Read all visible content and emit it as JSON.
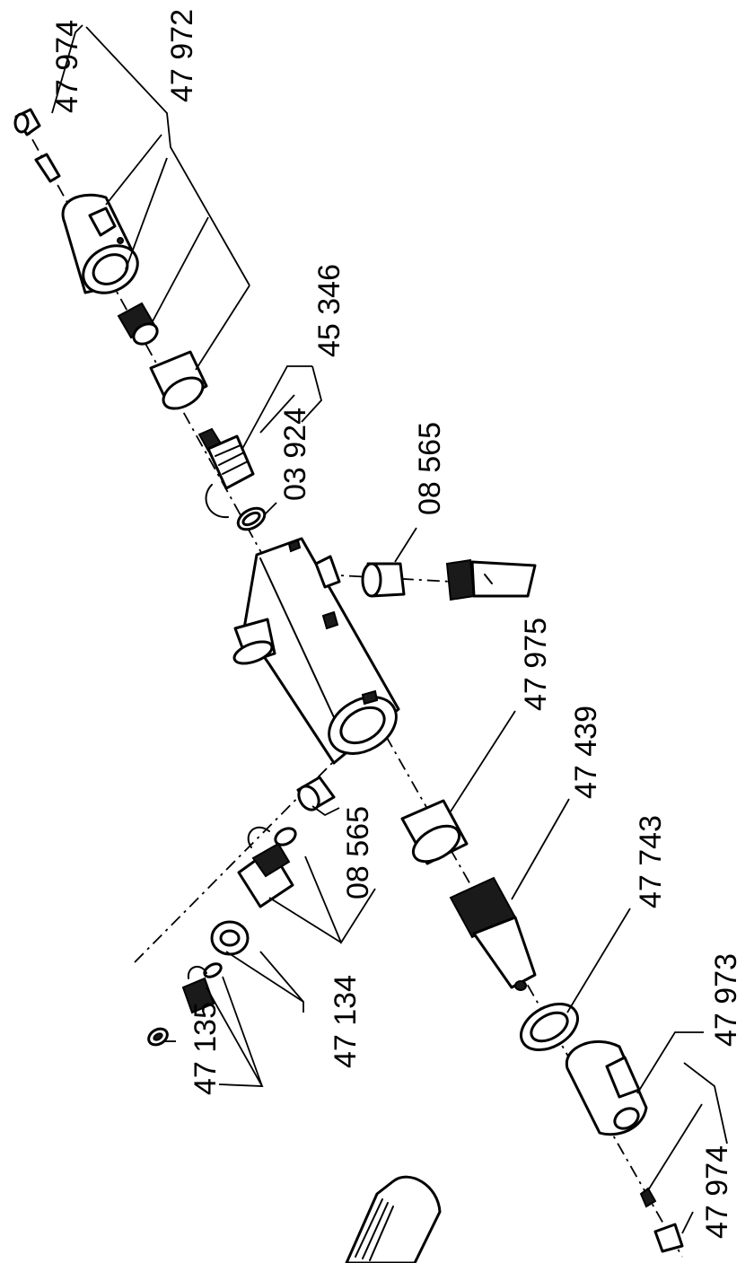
{
  "labels": {
    "l_47974_top": "47 974",
    "l_47972": "47 972",
    "l_45346": "45 346",
    "l_03924": "03 924",
    "l_08565_right": "08 565",
    "l_47975": "47 975",
    "l_47439": "47 439",
    "l_08565_left": "08 565",
    "l_47743": "47 743",
    "l_47135": "47 135",
    "l_47134": "47 134",
    "l_47973": "47 973",
    "l_47974_bottom": "47 974"
  }
}
